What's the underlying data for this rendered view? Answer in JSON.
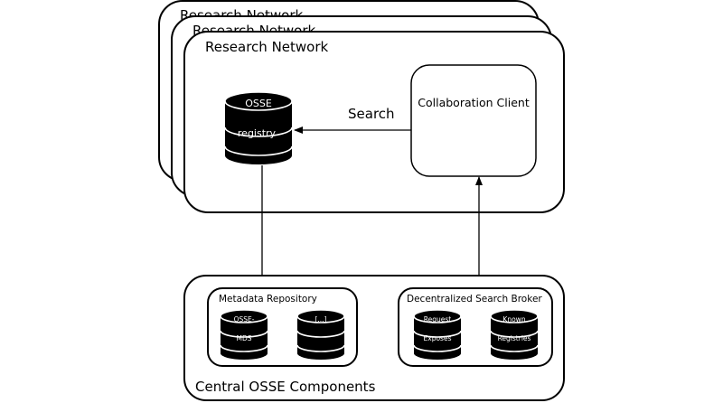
{
  "networks": {
    "back_title": "Research Network",
    "middle_title": "Research Network",
    "front_title": "Research Network"
  },
  "osse_registry": {
    "line1": "OSSE",
    "line2": "registry"
  },
  "collaboration_client": {
    "label": "Collaboration Client"
  },
  "search_edge": {
    "label": "Search"
  },
  "central_components": {
    "title": "Central OSSE Components",
    "metadata_repository": {
      "title": "Metadata Repository",
      "db1_line1": "OSSE-",
      "db1_line2": "MDS",
      "db2_line1": "[...]"
    },
    "search_broker": {
      "title": "Decentralized Search Broker",
      "db1_line1": "Request",
      "db1_line2": "Exposes",
      "db2_line1": "Known",
      "db2_line2": "Registries"
    }
  }
}
